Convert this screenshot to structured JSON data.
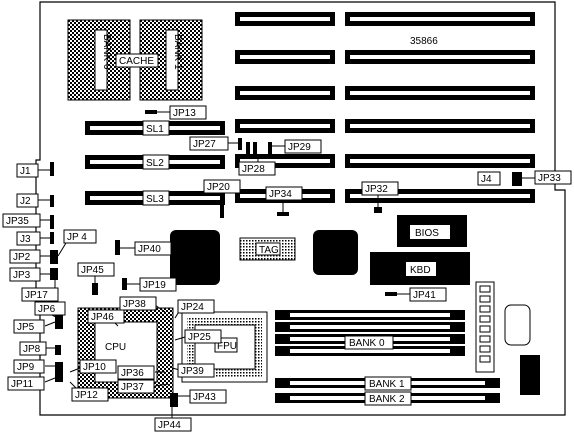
{
  "board_number": "35866",
  "cache": {
    "bank0_label": "BANK 0",
    "bank1_label": "BANK 1",
    "cache_label": "CACHE"
  },
  "slots": {
    "sl1": "SL1",
    "sl2": "SL2",
    "sl3": "SL3"
  },
  "chips": {
    "tag": "TAG",
    "cpu": "CPU",
    "fpu": "FPU",
    "bios": "BIOS",
    "kbd": "KBD"
  },
  "memory": {
    "bank0": "BANK 0",
    "bank1": "BANK 1",
    "bank2": "BANK 2"
  },
  "jumpers": {
    "jp13": "JP13",
    "jp27": "JP27",
    "jp28": "JP28",
    "jp29": "JP29",
    "jp20": "JP20",
    "jp34": "JP34",
    "jp32": "JP32",
    "jp33": "JP33",
    "j1": "J1",
    "j2": "J2",
    "j3": "J3",
    "j4": "J4",
    "jp35": "JP35",
    "jp2": "JP2",
    "jp4": "JP 4",
    "jp3": "JP3",
    "jp17": "JP17",
    "jp40": "JP40",
    "jp45": "JP45",
    "jp19": "JP19",
    "jp6": "JP6",
    "jp5": "JP5",
    "jp8": "JP8",
    "jp9": "JP9",
    "jp10": "JP10",
    "jp11": "JP11",
    "jp12": "JP12",
    "jp46": "JP46",
    "jp38": "JP38",
    "jp24": "JP24",
    "jp25": "JP25",
    "jp36": "JP36",
    "jp37": "JP37",
    "jp39": "JP39",
    "jp43": "JP43",
    "jp44": "JP44",
    "jp41": "JP41"
  }
}
